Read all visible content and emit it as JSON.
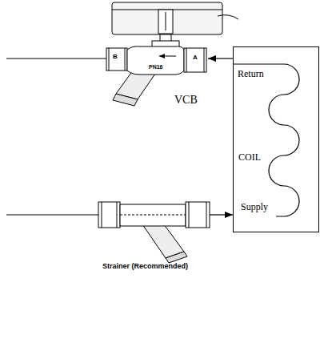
{
  "diagram": {
    "nodes": [
      {
        "text": [
          "VCB"
        ]
      },
      {
        "text": [
          "Return",
          "COIL",
          "Supply"
        ]
      },
      {
        "text": [
          "Strainer (Recommended)"
        ]
      }
    ],
    "edges": [
      {
        "from": 1,
        "to": 0,
        "arrow": "to"
      },
      {
        "from": 2,
        "to": 1,
        "arrow": "to"
      }
    ],
    "labels": [
      "B",
      "A",
      "PN16"
    ]
  }
}
